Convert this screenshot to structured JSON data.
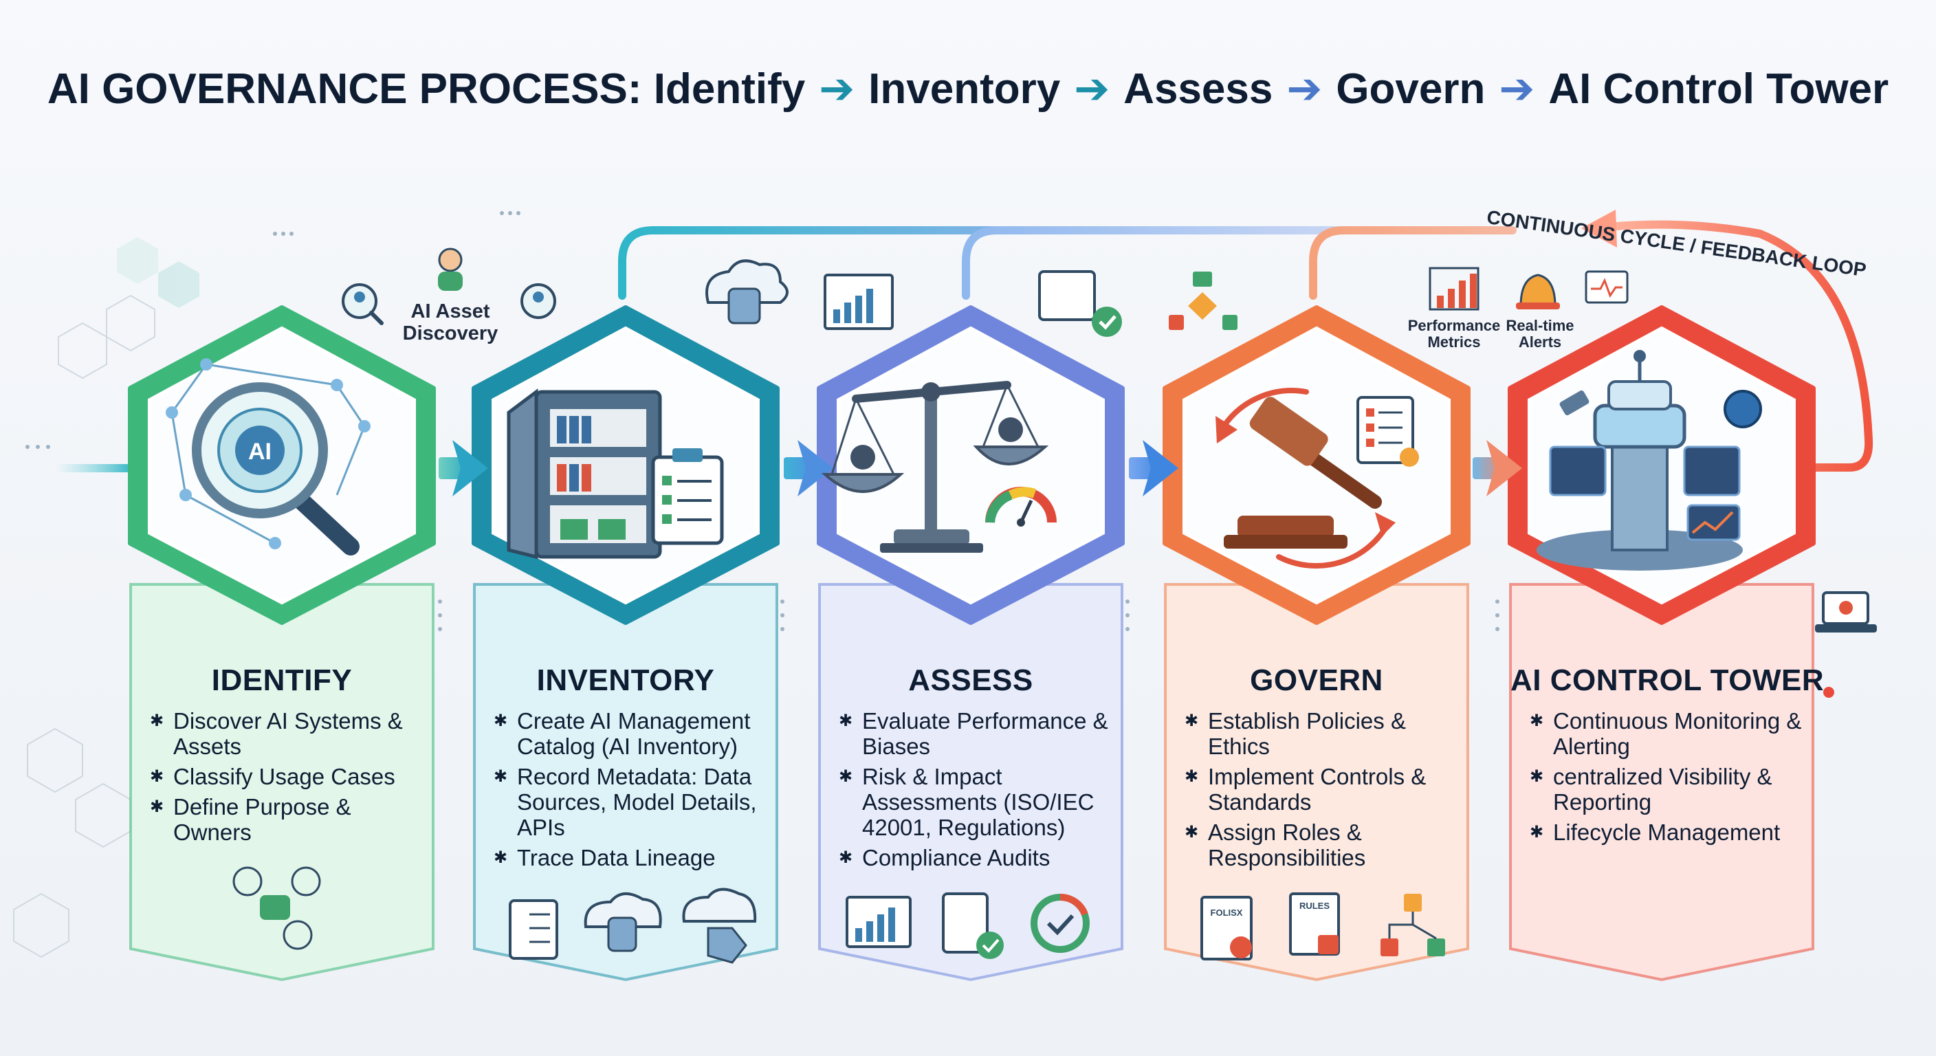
{
  "title": {
    "prefix": "AI GOVERNANCE PROCESS:",
    "steps": [
      "Identify",
      "Inventory",
      "Assess",
      "Govern",
      "AI Control Tower"
    ],
    "arrow": "➔"
  },
  "loop_label": "CONTINUOUS CYCLE / FEEDBACK LOOP",
  "stages": [
    {
      "key": "identify",
      "title": "IDENTIFY",
      "color": "#3db87a",
      "light": "#e3f6ea",
      "bullets": [
        "Discover AI Systems & Assets",
        "Classify Usage Cases",
        "Define Purpose & Owners"
      ],
      "top_label": "AI Asset Discovery",
      "badge_text": "AI"
    },
    {
      "key": "inventory",
      "title": "INVENTORY",
      "color": "#1e8fa8",
      "light": "#def3f7",
      "bullets": [
        "Create AI Management Catalog (AI Inventory)",
        "Record Metadata: Data Sources, Model Details, APIs",
        "Trace Data Lineage"
      ]
    },
    {
      "key": "assess",
      "title": "ASSESS",
      "color": "#6f86dc",
      "light": "#e8ecfa",
      "bullets": [
        "Evaluate Performance & Biases",
        "Risk & Impact Assessments (ISO/IEC 42001, Regulations)",
        "Compliance Audits"
      ]
    },
    {
      "key": "govern",
      "title": "GOVERN",
      "color": "#f07a45",
      "light": "#fde9df",
      "bullets": [
        "Establish Policies & Ethics",
        "Implement Controls & Standards",
        "Assign Roles & Responsibilities"
      ],
      "doc_labels": [
        "FOLISX",
        "RULES"
      ]
    },
    {
      "key": "control",
      "title": "AI CONTROL TOWER",
      "color": "#ea4a3c",
      "light": "#fde4e1",
      "bullets": [
        "Continuous Monitoring & Alerting",
        "centralized Visibility & Reporting",
        "Lifecycle Management"
      ],
      "top_labels": [
        "Performance Metrics",
        "Real-time Alerts"
      ]
    }
  ]
}
